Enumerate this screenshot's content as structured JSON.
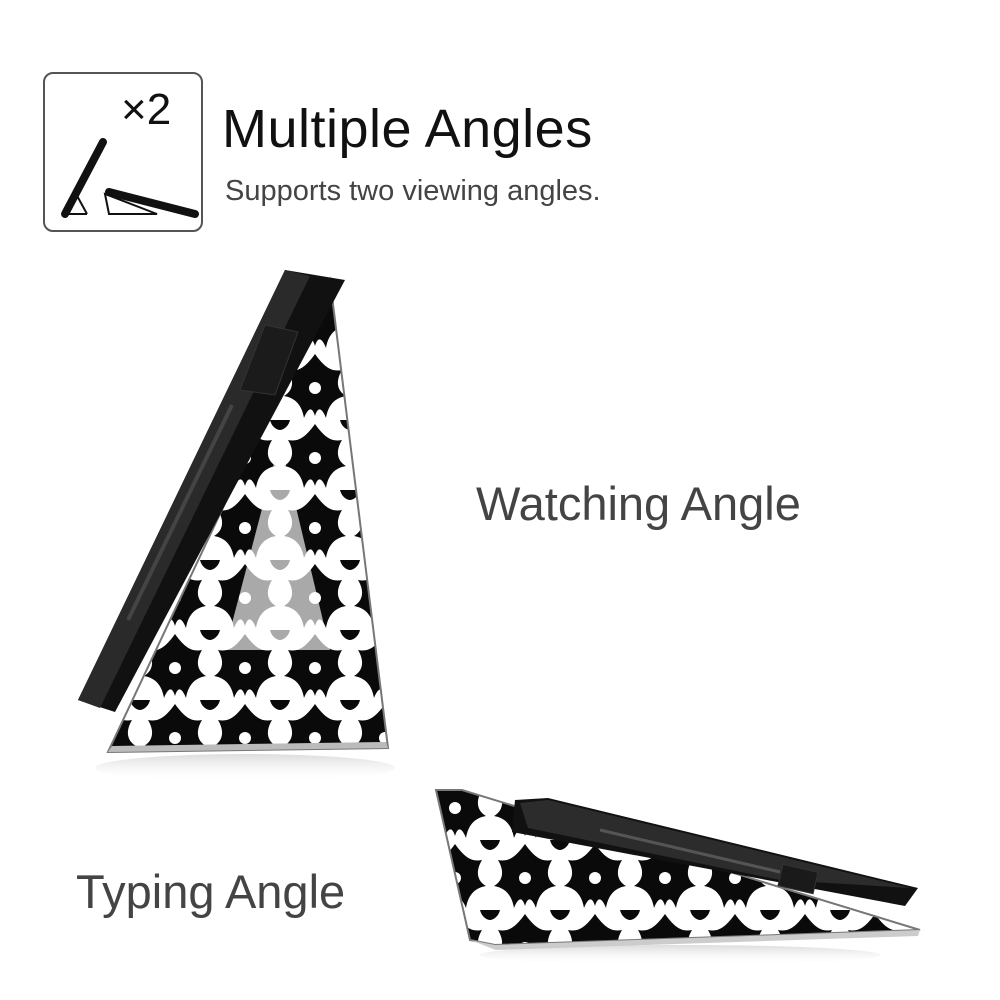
{
  "badge": {
    "multiplier": "×2",
    "icon": "two-angle-stand-icon"
  },
  "header": {
    "title": "Multiple Angles",
    "subtitle": "Supports two viewing angles."
  },
  "labels": {
    "watching": "Watching Angle",
    "typing": "Typing Angle"
  },
  "images": {
    "watching": "tablet-case-standing-upright",
    "typing": "tablet-case-lying-low"
  },
  "colors": {
    "case_exterior": "#111111",
    "damask_light": "#ffffff",
    "damask_dark": "#0a0a0a",
    "text_dark": "#111111",
    "text_gray": "#444444"
  }
}
